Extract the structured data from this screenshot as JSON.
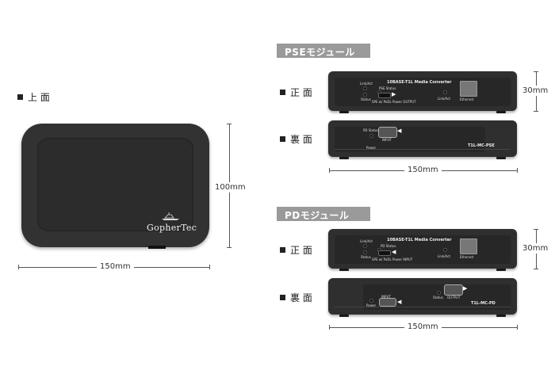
{
  "top_view": {
    "label": "上 面",
    "brand": "GopherTec",
    "height_dim": "100mm",
    "width_dim": "150mm"
  },
  "pse": {
    "section_title": "PSEモジュール",
    "front_label": "正 面",
    "back_label": "裏 面",
    "front": {
      "title": "10BASE-T1L Media Converter",
      "link_act": "Link/Act",
      "pse_status": "PSE Status",
      "status": "Status",
      "spe_text": "SPE w/ PoDL Power OUTPUT",
      "link_act2": "Link/Act",
      "ethernet": "Ethernet"
    },
    "back": {
      "pd_status": "PD Status",
      "power": "Power",
      "input": "INPUT",
      "model": "T1L-MC-PSE"
    },
    "height_dim": "30mm",
    "width_dim": "150mm"
  },
  "pd": {
    "section_title": "PDモジュール",
    "front_label": "正 面",
    "back_label": "裏 面",
    "front": {
      "title": "10BASE-T1L Media Converter",
      "link_act": "Link/Act",
      "pd_status": "PD Status",
      "status": "Status",
      "spe_text": "SPE w/ PoDL Power INPUT",
      "link_act2": "Link/Act",
      "ethernet": "Ethernet"
    },
    "back": {
      "power": "Power",
      "input": "INPUT",
      "status": "Status",
      "output": "OUTPUT",
      "model": "T1L-MC-PD"
    },
    "height_dim": "30mm",
    "width_dim": "150mm"
  }
}
